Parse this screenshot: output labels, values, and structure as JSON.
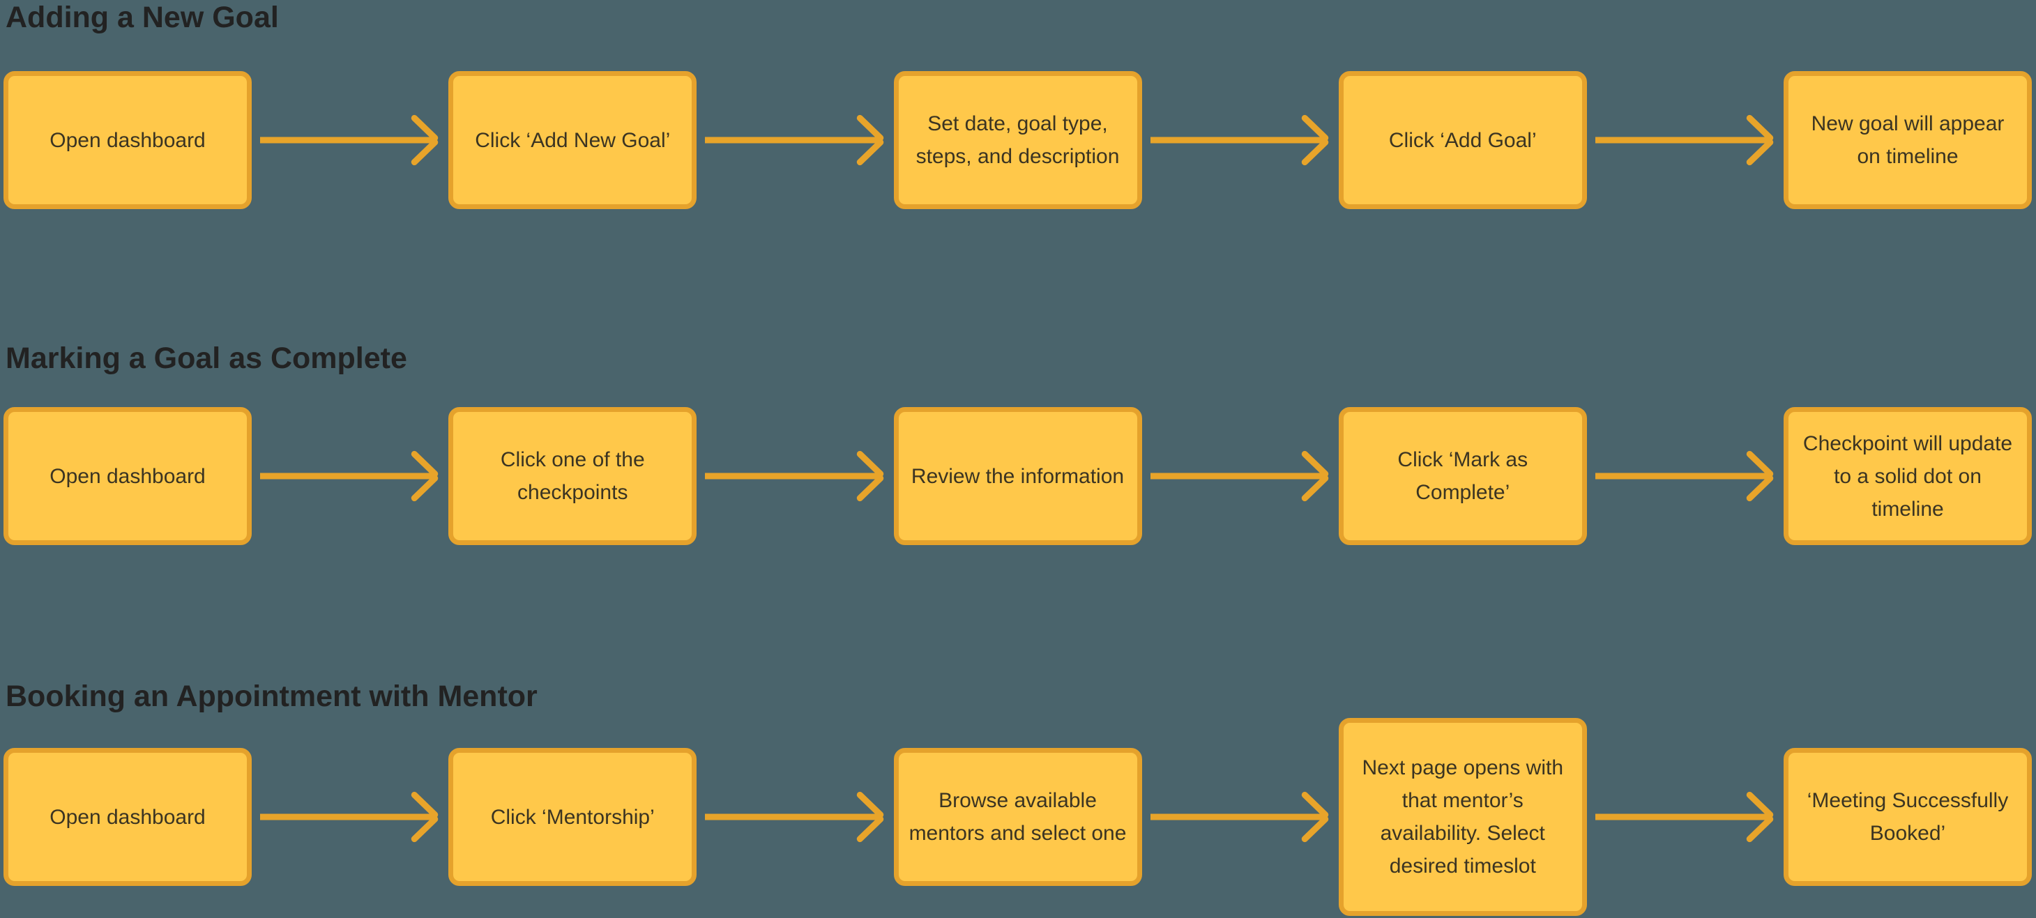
{
  "page": {
    "background_color": "#4A646C",
    "node_fill_color": "#FFC84A",
    "node_border_color": "#E5A22C",
    "arrow_color": "#E8A42A",
    "node_text_color": "#3B3422",
    "title_text_color": "#222222"
  },
  "sections": [
    {
      "title": "Adding a New Goal",
      "steps": [
        "Open dashboard",
        "Click ‘Add New Goal’",
        "Set date, goal type, steps, and description",
        "Click ‘Add Goal’",
        "New goal will appear on timeline"
      ]
    },
    {
      "title": "Marking a Goal as Complete",
      "steps": [
        "Open dashboard",
        "Click one of the checkpoints",
        "Review the information",
        "Click ‘Mark as Complete’",
        "Checkpoint will update to a solid dot on timeline"
      ]
    },
    {
      "title": "Booking an Appointment with Mentor",
      "steps": [
        "Open dashboard",
        "Click ‘Mentorship’",
        "Browse available mentors and select one",
        "Next page opens with that mentor’s availability. Select desired timeslot",
        "‘Meeting Successfully Booked’"
      ]
    }
  ]
}
